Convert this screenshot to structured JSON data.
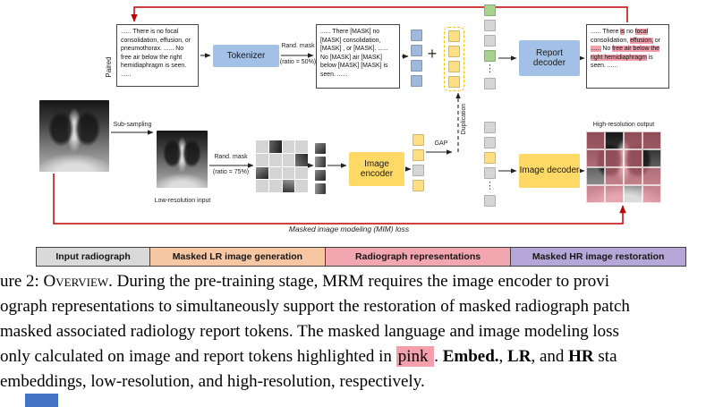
{
  "colors": {
    "loss_red": "#c00000",
    "blue_box": "#a3c1e6",
    "yellow_box": "#ffd966",
    "blue_token": "#9fb9dc",
    "yellow_token": "#ffdf86",
    "green_token": "#a9d18e",
    "gray_token": "#d6d6d6",
    "pink_hl": "#f4a0ac",
    "dup_border": "#ffc000",
    "corner_blue": "#4472c4"
  },
  "diagram": {
    "paired_label": "Paired",
    "report_original": "...... There is no focal consolidation, effusion, or pneumothorax.  ...... No free air below the right hemidiaphragm is seen. ......",
    "tokenizer_label": "Tokenizer",
    "text_mask_label": "Rand. mask",
    "text_mask_ratio": "(ratio = 50%)",
    "report_masked": "...... There [MASK] no [MASK] consolidation, [MASK] , or [MASK]. ...... No [MASK] air [MASK] below [MASK] [MASK] is seen. ......",
    "plus_sign": "+",
    "report_decoder_label": "Report decoder",
    "report_output_segments": [
      {
        "t": "...... There ",
        "h": false
      },
      {
        "t": "is",
        "h": true
      },
      {
        "t": " no ",
        "h": false
      },
      {
        "t": "focal",
        "h": true
      },
      {
        "t": " consolidation, ",
        "h": false
      },
      {
        "t": "effusion,",
        "h": true
      },
      {
        "t": " or ",
        "h": false
      },
      {
        "t": "......",
        "h": true
      },
      {
        "t": " No ",
        "h": false
      },
      {
        "t": "free air below the",
        "h": true
      },
      {
        "t": " ",
        "h": false
      },
      {
        "t": "right hemidiaphragm",
        "h": true
      },
      {
        "t": " is seen. ......",
        "h": false
      }
    ],
    "sub_sampling_label": "Sub-sampling",
    "low_res_caption": "Low-resolution input",
    "image_mask_label": "Rand. mask",
    "image_mask_ratio": "(ratio = 75%)",
    "image_encoder_label": "Image encoder",
    "gap_label": "GAP",
    "duplication_label": "Duplication",
    "image_decoder_label": "Image decoder",
    "high_res_caption": "High-resolution output",
    "mim_loss_label": "Masked image modeling (MIM) loss",
    "token_columns": {
      "text_tokens": [
        "blue",
        "blue",
        "blue",
        "blue"
      ],
      "dup_tokens": [
        "yellow",
        "yellow",
        "yellow",
        "yellow"
      ],
      "fused_tokens": [
        "green",
        "gray",
        "gray",
        "green",
        "dots",
        "gray"
      ],
      "image_tokens": [
        "yellow",
        "yellow",
        "gray",
        "yellow"
      ],
      "decoder_tokens": [
        "gray",
        "gray",
        "yellow",
        "gray",
        "dots",
        "gray"
      ],
      "visible_patches": [
        "patch",
        "patch",
        "patch",
        "patch"
      ]
    },
    "mask_pattern": [
      1,
      0,
      1,
      1,
      1,
      1,
      1,
      0,
      0,
      1,
      1,
      1,
      1,
      1,
      0,
      1
    ]
  },
  "legend": {
    "items": [
      {
        "label": "Input radiograph",
        "color": "#d9d9d9"
      },
      {
        "label": "Masked LR image generation",
        "color": "#f7c7a3"
      },
      {
        "label": "Radiograph representations",
        "color": "#f2a6b0"
      },
      {
        "label": "Masked HR image restoration",
        "color": "#b5a8d8"
      }
    ]
  },
  "caption": {
    "lines": [
      [
        {
          "t": "ure 2: "
        },
        {
          "t": "Overview",
          "s": "sc"
        },
        {
          "t": ". During the pre-training stage, MRM requires the image encoder to provi"
        }
      ],
      [
        {
          "t": "ograph representations to simultaneously support the restoration of masked radiograph patch"
        }
      ],
      [
        {
          "t": "masked associated radiology report tokens. The masked language and image modeling loss"
        }
      ],
      [
        {
          "t": "only calculated on image and report tokens highlighted in "
        },
        {
          "t": " pink ",
          "s": "hl"
        },
        {
          "t": ". "
        },
        {
          "t": "Embed.",
          "s": "b"
        },
        {
          "t": ", "
        },
        {
          "t": "LR",
          "s": "b"
        },
        {
          "t": ", and "
        },
        {
          "t": "HR",
          "s": "b"
        },
        {
          "t": " sta"
        }
      ],
      [
        {
          "t": "embeddings, low-resolution, and high-resolution, respectively."
        }
      ]
    ]
  }
}
